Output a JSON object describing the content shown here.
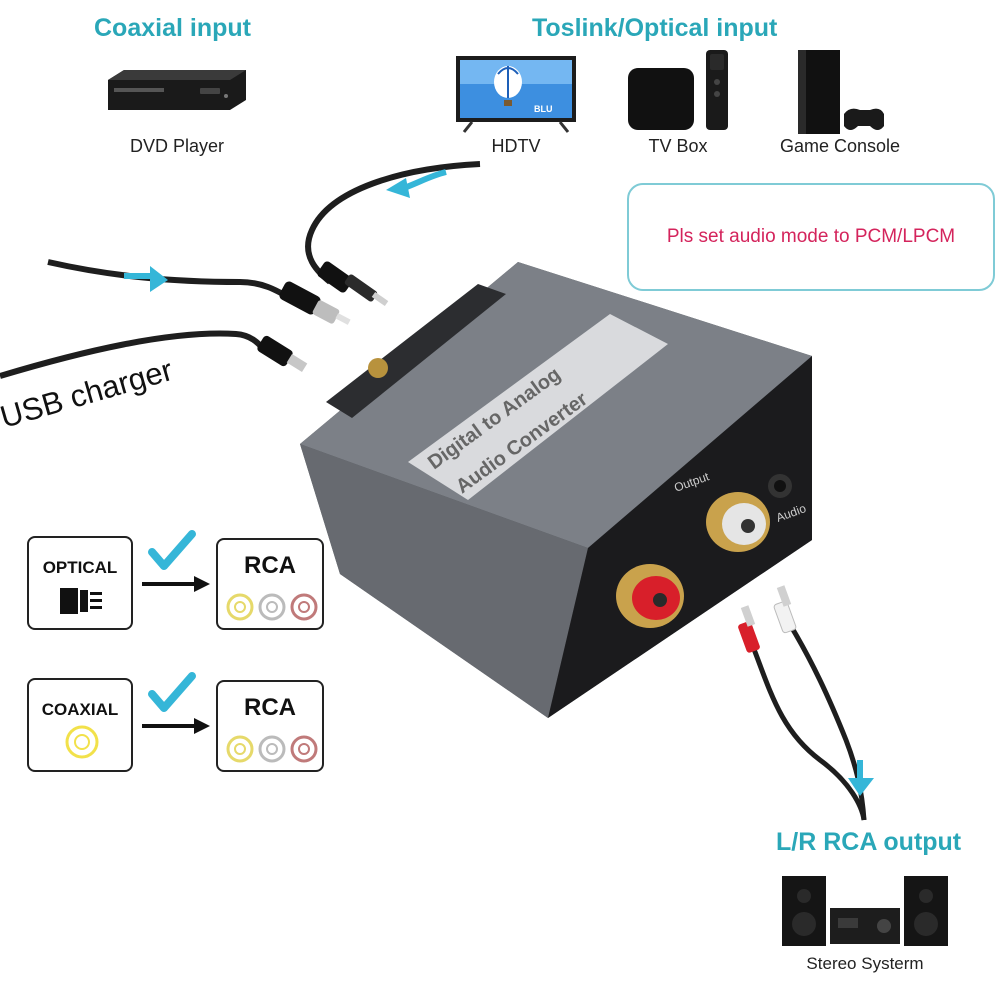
{
  "headings": {
    "coaxial_input": "Coaxial input",
    "toslink_input": "Toslink/Optical input",
    "usb_charger": "USB charger",
    "rca_output": "L/R RCA output"
  },
  "devices": {
    "dvd_player": "DVD Player",
    "hdtv": "HDTV",
    "tv_box": "TV Box",
    "game_console": "Game Console",
    "stereo_system": "Stereo Systerm",
    "tv_screen_text": "BLU"
  },
  "note": "Pls set audio mode to PCM/LPCM",
  "converter": {
    "label_line1": "Digital to Analog",
    "label_line2": "Audio Converter",
    "port_output": "Output",
    "port_audio": "Audio"
  },
  "legend": [
    {
      "source": "OPTICAL",
      "target": "RCA"
    },
    {
      "source": "COAXIAL",
      "target": "RCA"
    }
  ],
  "colors": {
    "accent": "#2aa7b8",
    "note_text": "#d4245c",
    "arrow": "#35b6d8",
    "rca_white": "#e5e5e5",
    "rca_red": "#d81f2a",
    "rca_yellow": "#f2e14a"
  }
}
